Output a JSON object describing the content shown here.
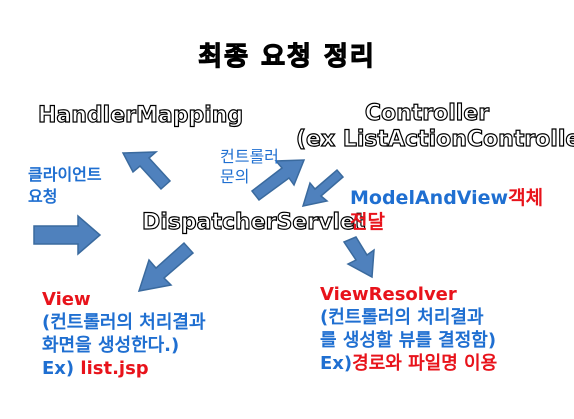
{
  "title": "최종 요청 정리",
  "nodes": {
    "handler_mapping": "HandlerMapping",
    "controller_line1": "Controller",
    "controller_line2": "(ex ListActionController)",
    "dispatcher_servlet": "DispatcherServlet"
  },
  "labels": {
    "controller_query_line1": "컨트롤러",
    "controller_query_line2": "문의",
    "client_request_line1": "클라이언트",
    "client_request_line2": "요청",
    "mav_name": "ModelAndView",
    "mav_obj": "객체",
    "mav_line2": "전달"
  },
  "view_box": {
    "title": "View",
    "line1": "(컨트롤러의 처리결과",
    "line2": "화면을 생성한다.)",
    "ex_prefix": "Ex) ",
    "ex_value": "list.jsp"
  },
  "view_resolver_box": {
    "title": "ViewResolver",
    "line1": "(컨트롤러의 처리결과",
    "line2": "를 생성할 뷰를 결정함)",
    "ex_prefix": "Ex)",
    "ex_value": "경로와 파일명 이용"
  },
  "colors": {
    "blue_text": "#1f6fd1",
    "red_text": "#e8131b",
    "arrow_fill": "#4f81bd"
  }
}
